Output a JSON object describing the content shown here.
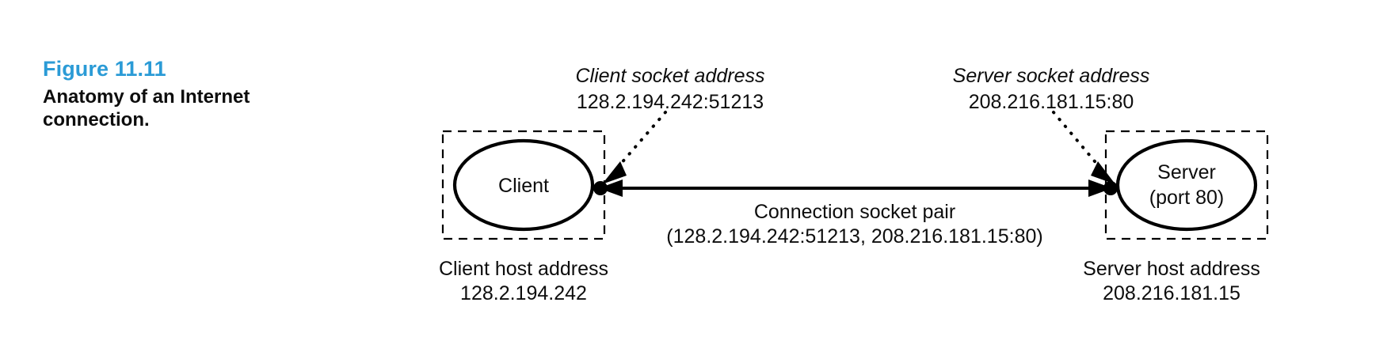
{
  "figure": {
    "number": "Figure 11.11",
    "title": "Anatomy of an Internet connection."
  },
  "diagram": {
    "type": "network-connection-diagram",
    "client": {
      "node_label": "Client",
      "socket_address_label": "Client socket address",
      "socket_address_value": "128.2.194.242:51213",
      "host_address_label": "Client host address",
      "host_address_value": "128.2.194.242"
    },
    "server": {
      "node_label_line1": "Server",
      "node_label_line2": "(port 80)",
      "socket_address_label": "Server socket address",
      "socket_address_value": "208.216.181.15:80",
      "host_address_label": "Server host address",
      "host_address_value": "208.216.181.15"
    },
    "connection": {
      "label": "Connection socket pair",
      "value": "(128.2.194.242:51213, 208.216.181.15:80)"
    }
  },
  "colors": {
    "accent_blue": "#2B9BD6",
    "ink": "#0d0d0d",
    "background": "#ffffff"
  }
}
